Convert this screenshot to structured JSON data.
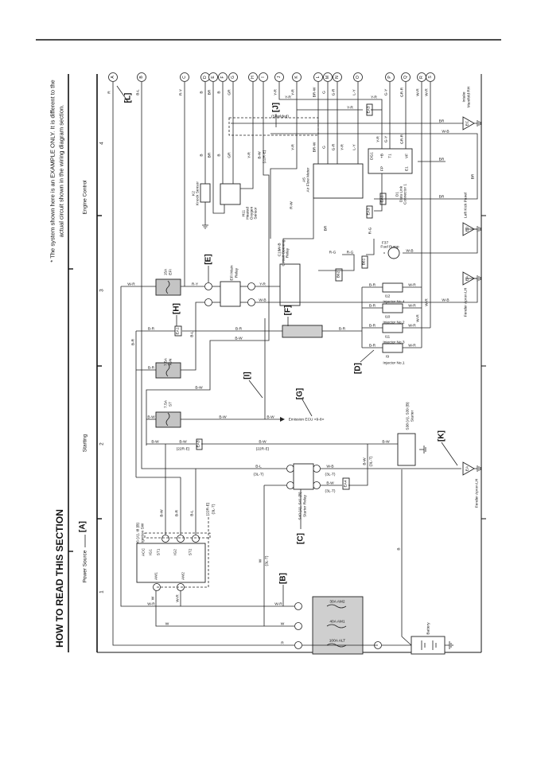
{
  "header": {
    "title": "HOW TO READ THIS SECTION",
    "note": [
      "* The system shown here is an EXAMPLE ONLY. It is different to the",
      "actual circuit shown in the wiring diagram section."
    ]
  },
  "sections": {
    "power_source": "Power Source",
    "starting": "Starting",
    "engine_control": "Engine Control"
  },
  "column_numbers": [
    "1",
    "2",
    "3",
    "4"
  ],
  "callouts": {
    "A": "[A]",
    "B": "[B]",
    "C": "[C]",
    "D": "[D]",
    "E": "[E]",
    "F": "[F]",
    "G": "[G]",
    "H": "[H]",
    "I": "[I]",
    "J": "[J]",
    "K": "[K]",
    "L": "[L]"
  },
  "connectors": [
    "A",
    "B",
    "C",
    "D",
    "E",
    "F",
    "G",
    "H",
    "I",
    "J",
    "K",
    "L",
    "M",
    "N",
    "O",
    "P",
    "Q",
    "R",
    "S"
  ],
  "wire_labels": {
    "top": [
      "R",
      "B-L",
      "R-Y",
      "B",
      "BR",
      "B",
      "GR",
      "Y-R",
      "Y-R",
      "BR-W",
      "G",
      "G-R",
      "L-Y",
      "G-Y",
      "GR-R",
      "W-R",
      "W-R"
    ],
    "mid": [
      "B",
      "BR",
      "B",
      "GR",
      "Y-R",
      "B-W",
      "(22R-E)",
      "Y-R",
      "BR-W",
      "G",
      "G-R",
      "Y-R",
      "L-Y",
      "Y-R",
      "G-Y",
      "GR-R"
    ],
    "h": [
      "Y-R",
      "Y-R",
      "Y-R",
      "(Shielded)",
      "BR",
      "BR",
      "BR",
      "W-B",
      "W-B",
      "R-G",
      "R-G",
      "W-B",
      "W-R",
      "R-Y",
      "Y-R",
      "W-B",
      "B-R",
      "B-R",
      "B-R",
      "B-W",
      "B-L",
      "B-R",
      "B-R",
      "B-W",
      "B-W",
      "B-W",
      "B-W",
      "B-W",
      "B-W",
      "(22R-E)",
      "B-W",
      "(22R-E)",
      "B-W",
      "B-L",
      "(3L-T)",
      "W-B",
      "(3L-T)",
      "B-W",
      "(3L-T)",
      "W-R",
      "W-R",
      "W",
      "W",
      "R",
      "W",
      "(3L-T)",
      "B",
      "B-R",
      "B-R",
      "B-R",
      "B-R",
      "W-R",
      "W-R",
      "W-R",
      "W-R",
      "W-R",
      "W-R",
      "B-W",
      "B-R",
      "B-L",
      "(22R-E)",
      "(3L-T)",
      "W",
      "W-R",
      "B-W",
      "(3L-T)",
      "R-W",
      "W-B",
      "BR",
      "BR",
      "R-G"
    ]
  },
  "components": {
    "knock_sensor": {
      "id": "K2",
      "name": "Knock Sensor"
    },
    "oxygen_sensor": {
      "id": "H11",
      "name": [
        "Heated",
        "Oxygen",
        "Sensor"
      ]
    },
    "efi_main_relay": [
      "EFI Main",
      "Relay"
    ],
    "circuit_opening_relay": {
      "id": "C19",
      "name": [
        "Circuit Opening",
        "Relay"
      ]
    },
    "air_flow_meter": {
      "id": "A5",
      "name": "Air Flow Meter"
    },
    "data_link_connector": {
      "id": "D1",
      "name": [
        "Data Link",
        "Connector 1"
      ],
      "terminals": [
        "DG1",
        "+B",
        "T1",
        "VF",
        "FP",
        "E1"
      ]
    },
    "fuel_pump": {
      "id": "F37",
      "name": "Fuel Pump"
    },
    "injectors": [
      {
        "id": "I12",
        "name": "Injector No.4"
      },
      {
        "id": "I10",
        "name": "Injector No.2"
      },
      {
        "id": "I11",
        "name": "Injector No.3"
      },
      {
        "id": "I9",
        "name": "Injector No.1"
      }
    ],
    "ignition_switch": {
      "id": "I6 (A), I8 (B)",
      "name": "Ignition SW",
      "terminals": [
        "ACC",
        "IG1",
        "ST1",
        "IG2",
        "ST2",
        "AM1",
        "AM2"
      ]
    },
    "starter_relay": {
      "id": "S40 (A), S41 (B)",
      "name": "Starter Relay"
    },
    "starter": {
      "id": "S38 (A), S39 (B)",
      "name": "Starter"
    },
    "battery": "Battery",
    "emission_ecu": "Emission ECU <9-8>",
    "grounds": [
      {
        "code": "EC",
        "name": [
          "Intake",
          "Manifold RH"
        ]
      },
      {
        "code": "ED",
        "name": [
          "Left Kick Panel"
        ]
      },
      {
        "code": "EA",
        "name": [
          "Fender Apron LH"
        ]
      },
      {
        "code": "EA",
        "name": [
          "Fender Apron LH"
        ]
      }
    ]
  },
  "fuses": {
    "efi": [
      "15A",
      "EFI"
    ],
    "ign": [
      "7.5A",
      "IGN"
    ],
    "st": [
      "7.5A",
      "ST"
    ],
    "am2": "30A AM2",
    "am1": "40A AM1",
    "alt": "100A ALT"
  },
  "junction_connectors": [
    "EA1",
    "EA3",
    "EA3",
    "EA3",
    "EA1",
    "EA4",
    "B61",
    "B62"
  ]
}
